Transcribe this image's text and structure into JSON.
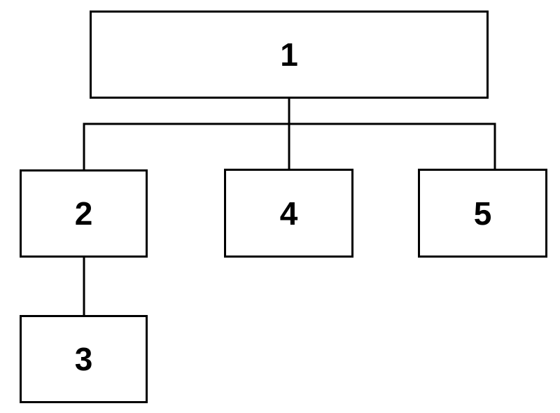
{
  "diagram": {
    "nodes": [
      {
        "id": "1",
        "label": "1"
      },
      {
        "id": "2",
        "label": "2"
      },
      {
        "id": "3",
        "label": "3"
      },
      {
        "id": "4",
        "label": "4"
      },
      {
        "id": "5",
        "label": "5"
      }
    ],
    "edges": [
      {
        "from": "1",
        "to": "2"
      },
      {
        "from": "1",
        "to": "4"
      },
      {
        "from": "1",
        "to": "5"
      },
      {
        "from": "2",
        "to": "3"
      }
    ]
  }
}
